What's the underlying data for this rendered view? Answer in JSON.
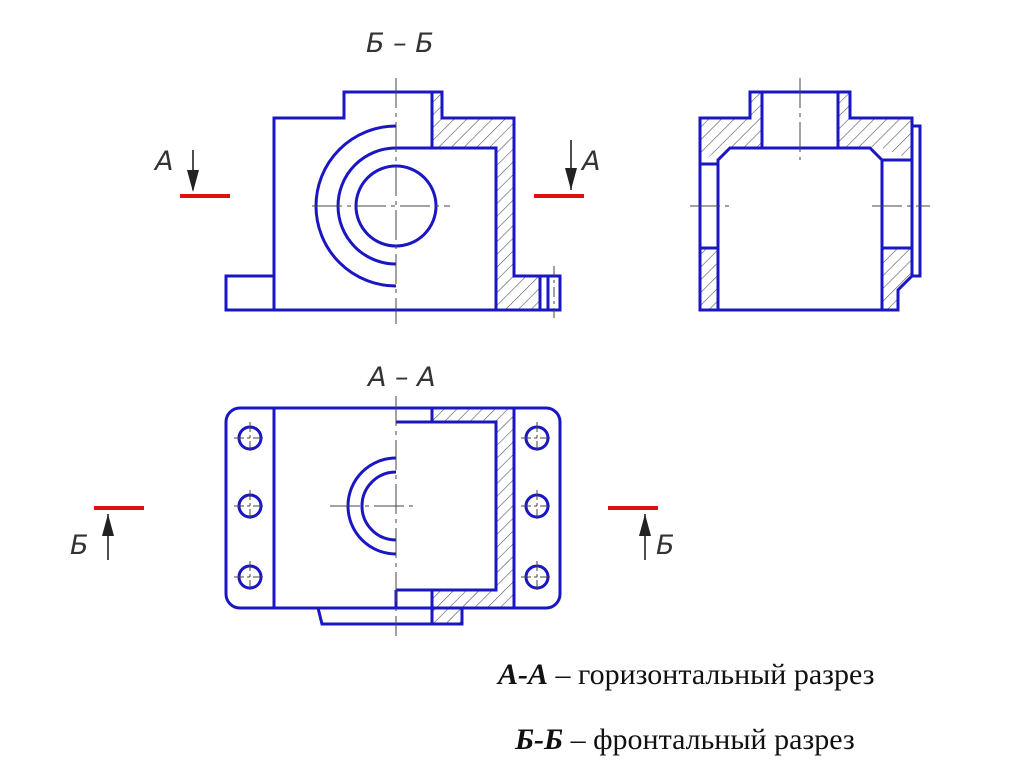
{
  "labels": {
    "section_bb": "Б – Б",
    "section_aa": "А – А",
    "cut_a_left": "А",
    "cut_a_right": "А",
    "cut_b_left": "Б",
    "cut_b_right": "Б"
  },
  "captions": {
    "aa_key": "А-А",
    "aa_text": " – горизонтальный разрез",
    "bb_key": "Б-Б",
    "bb_text": " – фронтальный разрез"
  },
  "colors": {
    "outline": "#1a16c4",
    "cut_marker": "#e01010"
  }
}
